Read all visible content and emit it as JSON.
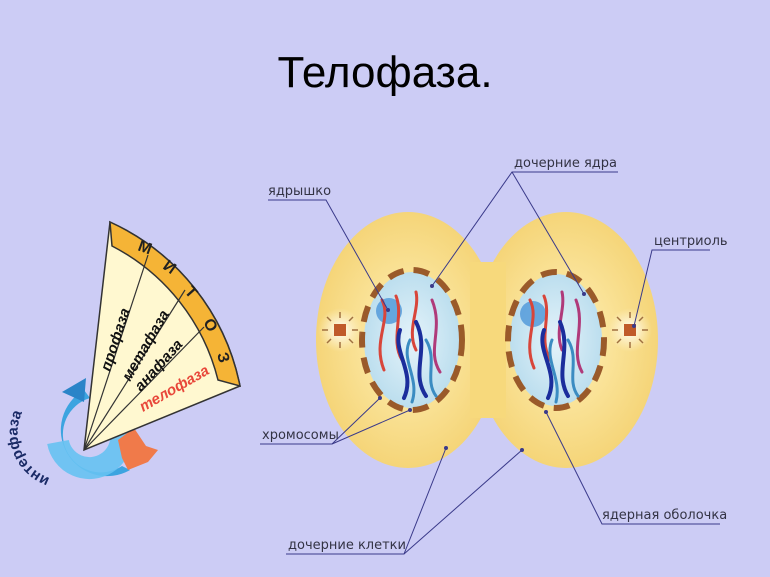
{
  "title": "Телофаза.",
  "wheel": {
    "mitosis_label": "МИТОЗ",
    "mitosis_letters": [
      "М",
      "И",
      "Т",
      "О",
      "З"
    ],
    "interphase_label": "интерфаза",
    "phases": [
      {
        "label": "профаза",
        "color": "#111111"
      },
      {
        "label": "метафаза",
        "color": "#111111"
      },
      {
        "label": "анафаза",
        "color": "#111111"
      },
      {
        "label": "телофаза",
        "color": "#e8473a"
      }
    ]
  },
  "labels": {
    "nucleolus": "ядрышко",
    "daughter_nuclei": "дочерние ядра",
    "centriole": "центриоль",
    "chromosomes": "хромосомы",
    "nuclear_envelope": "ядерная оболочка",
    "daughter_cells": "дочерние клетки"
  },
  "colors": {
    "background": "#ccccf5",
    "cell_fill": "#f8dc84",
    "nucleus_fill": "#c9e6f2",
    "envelope_segments": "#9a5a2a",
    "chromosome_red": "#d8453a",
    "chromosome_blue": "#1b2d9c",
    "chromosome_light_blue": "#3b8cc2",
    "chromosome_purple": "#b03a7a",
    "pointer_lines": "#3a3a8a",
    "wheel_band": "#f5b436",
    "wheel_fill": "#fff8d0",
    "interphase_arrow": "#3ca4e0",
    "orange_arrow": "#f07a4a"
  }
}
